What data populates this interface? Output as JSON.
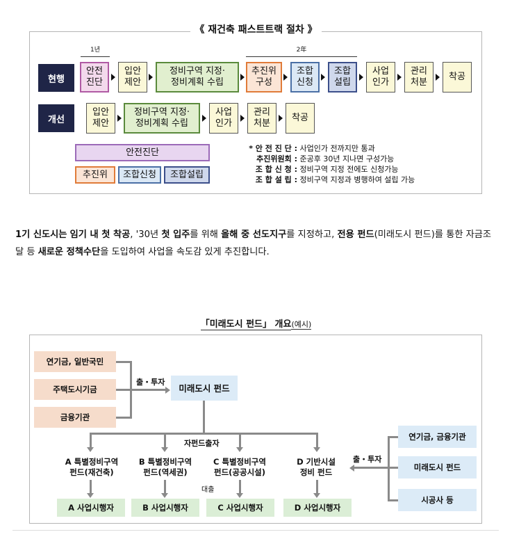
{
  "panel1": {
    "title": "《 재건축 패스트트랙 절차 》",
    "span_1": "1년",
    "span_2": "2年",
    "current_label": "현행",
    "current_steps": [
      {
        "line1": "안전",
        "line2": "진단"
      },
      {
        "line1": "입안",
        "line2": "제안"
      },
      {
        "line1": "정비구역 지정·",
        "line2": "정비계획 수립"
      },
      {
        "line1": "추진위",
        "line2": "구성"
      },
      {
        "line1": "조합",
        "line2": "신청"
      },
      {
        "line1": "조합",
        "line2": "설립"
      },
      {
        "line1": "사업",
        "line2": "인가"
      },
      {
        "line1": "관리",
        "line2": "처분"
      },
      {
        "line1": "착공",
        "line2": ""
      }
    ],
    "improved_label": "개선",
    "improved_steps": [
      {
        "line1": "입안",
        "line2": "제안"
      },
      {
        "line1": "정비구역 지정·",
        "line2": "정비계획 수립"
      },
      {
        "line1": "사업",
        "line2": "인가"
      },
      {
        "line1": "관리",
        "line2": "처분"
      },
      {
        "line1": "착공",
        "line2": ""
      }
    ],
    "parallel_safety": "안전진단",
    "parallel_items": [
      "추진위",
      "조합신청",
      "조합설립"
    ],
    "notes": [
      {
        "term": "* 안 전 진 단 :",
        "desc": "사업인가 전까지만 통과"
      },
      {
        "term": "추진위원회 :",
        "desc": "준공후 30년 지나면 구성가능"
      },
      {
        "term": "조 합 신 청 :",
        "desc": "정비구역 지정 전에도 신청가능"
      },
      {
        "term": "조 합 설 립 :",
        "desc": "정비구역 지정과 병행하여 설립 가능"
      }
    ]
  },
  "paragraph": {
    "s1": "1기 신도시는",
    "s2": " ",
    "s3": "임기 내 첫 착공",
    "s4": ", '30년 ",
    "s5": "첫 입주",
    "s6": "를 위해 ",
    "s7": "올해 중 선도지구",
    "s8": "를 지정하고, ",
    "s9": "전용 펀드",
    "s10": "(미래도시 펀드)를 통한 자금조    달 등 ",
    "s11": "새로운 정책수단",
    "s12": "을 도입하여 사업을 속도감 있게 추진합니다."
  },
  "panel2": {
    "title": "「미래도시 펀드」 개요",
    "title_note": "(예시)",
    "sources": [
      "연기금, 일반국민",
      "주택도시기금",
      "금융기관"
    ],
    "invest_label_left": "출・투자",
    "main_fund": "미래도시 펀드",
    "sub_invest_label": "자펀드출자",
    "subfunds": [
      {
        "line1": "A 특별정비구역",
        "line2": "펀드(재건축)"
      },
      {
        "line1": "B 특별정비구역",
        "line2": "펀드(역세권)"
      },
      {
        "line1": "C 특별정비구역",
        "line2": "펀드(공공시설)"
      },
      {
        "line1": "D 기반시설",
        "line2": "정비 펀드"
      }
    ],
    "loan_label": "대출",
    "operators": [
      "A 사업시행자",
      "B 사업시행자",
      "C 사업시행자",
      "D 사업시행자"
    ],
    "invest_label_right": "출・투자",
    "right_sources": [
      "연기금, 금융기관",
      "미래도시 펀드",
      "시공사 등"
    ]
  }
}
